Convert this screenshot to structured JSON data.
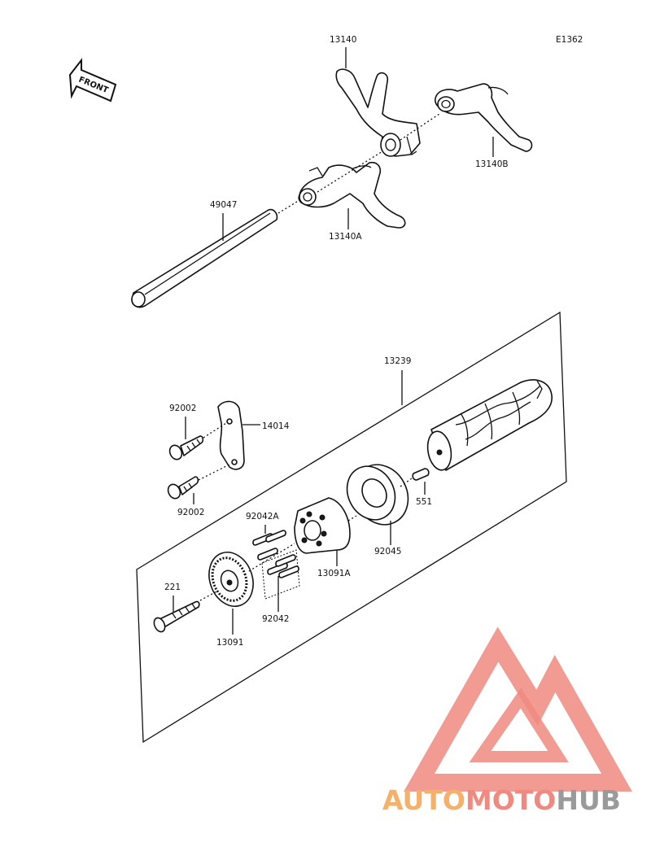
{
  "diagram_code": "E1362",
  "front_arrow_text": "FRONT",
  "watermark": {
    "text_part1": "AUTO",
    "text_part2": "MOTO",
    "text_part3": "HUB",
    "color_orange": "#f5b06a",
    "color_red": "#f08a80",
    "color_grey": "#9a9a9a"
  },
  "labels": {
    "fork_13140": "13140",
    "fork_13140B": "13140B",
    "fork_13140A": "13140A",
    "shaft_49047": "49047",
    "drum_13239": "13239",
    "bolt_92002_top": "92002",
    "bolt_92002_bottom": "92002",
    "plate_14014": "14014",
    "pin_551": "551",
    "bearing_92045": "92045",
    "pins_92042A": "92042A",
    "hub_13091A": "13091A",
    "pins_92042": "92042",
    "screw_221": "221",
    "cam_13091": "13091"
  }
}
